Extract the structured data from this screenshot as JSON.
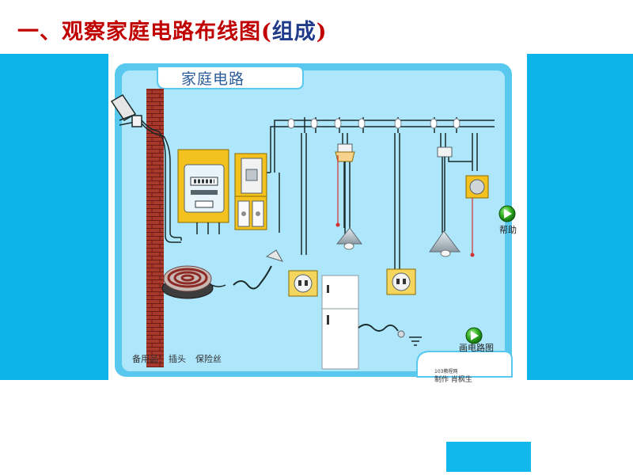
{
  "slide": {
    "title": "一、观察家庭电路布线图",
    "title_paren_open": "(",
    "title_paren_inner": "组成",
    "title_paren_close": ")"
  },
  "simulation": {
    "header": "家庭电路",
    "spare_items_label": "备用品：",
    "spare_items": [
      "插头",
      "保险丝"
    ],
    "buttons": {
      "help_label": "帮助",
      "draw_circuit_label": "画电路图"
    },
    "credit": {
      "line1": "103教程网",
      "line2": "制作  肖枫生"
    }
  },
  "colors": {
    "title_red": "#c00000",
    "title_navy": "#1f3b8a",
    "side_band": "#0bb3e8",
    "panel_border": "#58c8ee",
    "panel_fill": "#aee6fb",
    "wire": "#1a2a2a",
    "brick": "#a8372c",
    "button_green": "#27a11e"
  },
  "icons": [
    "help-play-icon",
    "draw-play-icon",
    "electric-meter-icon",
    "knife-switch-icon",
    "fuse-box-icon",
    "socket-icon",
    "ceiling-lamp-icon",
    "pull-switch-icon",
    "electric-stove-icon",
    "refrigerator-icon"
  ]
}
